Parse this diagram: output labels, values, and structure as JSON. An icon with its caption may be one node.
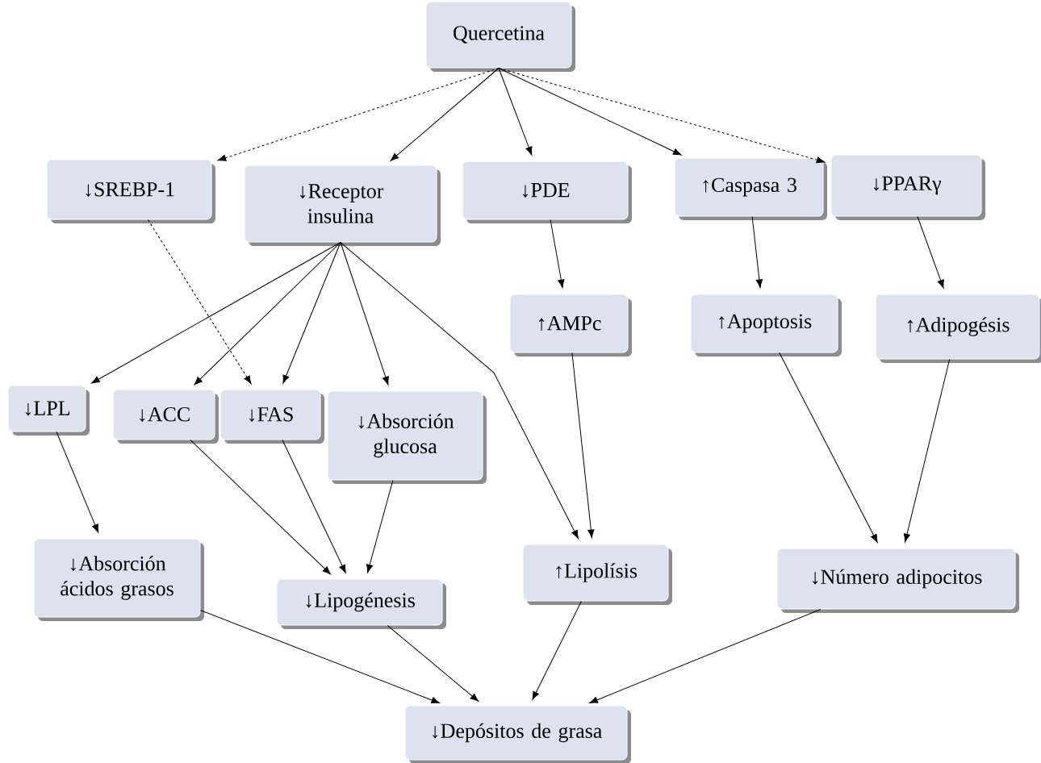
{
  "diagram": {
    "nodes": [
      {
        "text": [
          "Quercetina"
        ]
      },
      {
        "text": [
          "↓SREBP-1"
        ]
      },
      {
        "text": [
          "↓Receptor insulina"
        ]
      },
      {
        "text": [
          "↓PDE"
        ]
      },
      {
        "text": [
          "↑Caspasa 3"
        ]
      },
      {
        "text": [
          "↓PPARγ"
        ]
      },
      {
        "text": [
          "↑AMPc"
        ]
      },
      {
        "text": [
          "↑Apoptosis"
        ]
      },
      {
        "text": [
          "↑Adipogésis"
        ]
      },
      {
        "text": [
          "↓LPL"
        ]
      },
      {
        "text": [
          "↓ACC"
        ]
      },
      {
        "text": [
          "↓FAS"
        ]
      },
      {
        "text": [
          "↓Absorción glucosa"
        ]
      },
      {
        "text": [
          "↓Absorción ácidos grasos"
        ]
      },
      {
        "text": [
          "↓Lipogénesis"
        ]
      },
      {
        "text": [
          "↑Lipolísis"
        ]
      },
      {
        "text": [
          "↓Número adipocitos"
        ]
      },
      {
        "text": [
          "↓Depósitos de grasa"
        ]
      }
    ],
    "edges": [
      {
        "from": 0,
        "to": 1,
        "arrow": "to",
        "style": "dashed"
      },
      {
        "from": 0,
        "to": 2,
        "arrow": "to"
      },
      {
        "from": 0,
        "to": 3,
        "arrow": "to"
      },
      {
        "from": 0,
        "to": 4,
        "arrow": "to"
      },
      {
        "from": 0,
        "to": 5,
        "arrow": "to",
        "style": "dashed"
      },
      {
        "from": 1,
        "to": 11,
        "arrow": "to",
        "style": "dashed"
      },
      {
        "from": 2,
        "to": 9,
        "arrow": "to"
      },
      {
        "from": 2,
        "to": 10,
        "arrow": "to"
      },
      {
        "from": 2,
        "to": 11,
        "arrow": "to"
      },
      {
        "from": 2,
        "to": 12,
        "arrow": "to"
      },
      {
        "from": 2,
        "to": 15,
        "arrow": "to"
      },
      {
        "from": 3,
        "to": 6,
        "arrow": "to"
      },
      {
        "from": 6,
        "to": 15,
        "arrow": "to"
      },
      {
        "from": 4,
        "to": 7,
        "arrow": "to"
      },
      {
        "from": 5,
        "to": 8,
        "arrow": "to"
      },
      {
        "from": 7,
        "to": 16,
        "arrow": "to"
      },
      {
        "from": 8,
        "to": 16,
        "arrow": "to"
      },
      {
        "from": 9,
        "to": 13,
        "arrow": "to"
      },
      {
        "from": 10,
        "to": 14,
        "arrow": "to"
      },
      {
        "from": 11,
        "to": 14,
        "arrow": "to"
      },
      {
        "from": 12,
        "to": 14,
        "arrow": "to"
      },
      {
        "from": 13,
        "to": 17,
        "arrow": "to"
      },
      {
        "from": 14,
        "to": 17,
        "arrow": "to"
      },
      {
        "from": 15,
        "to": 17,
        "arrow": "to"
      },
      {
        "from": 16,
        "to": 17,
        "arrow": "to"
      }
    ]
  }
}
